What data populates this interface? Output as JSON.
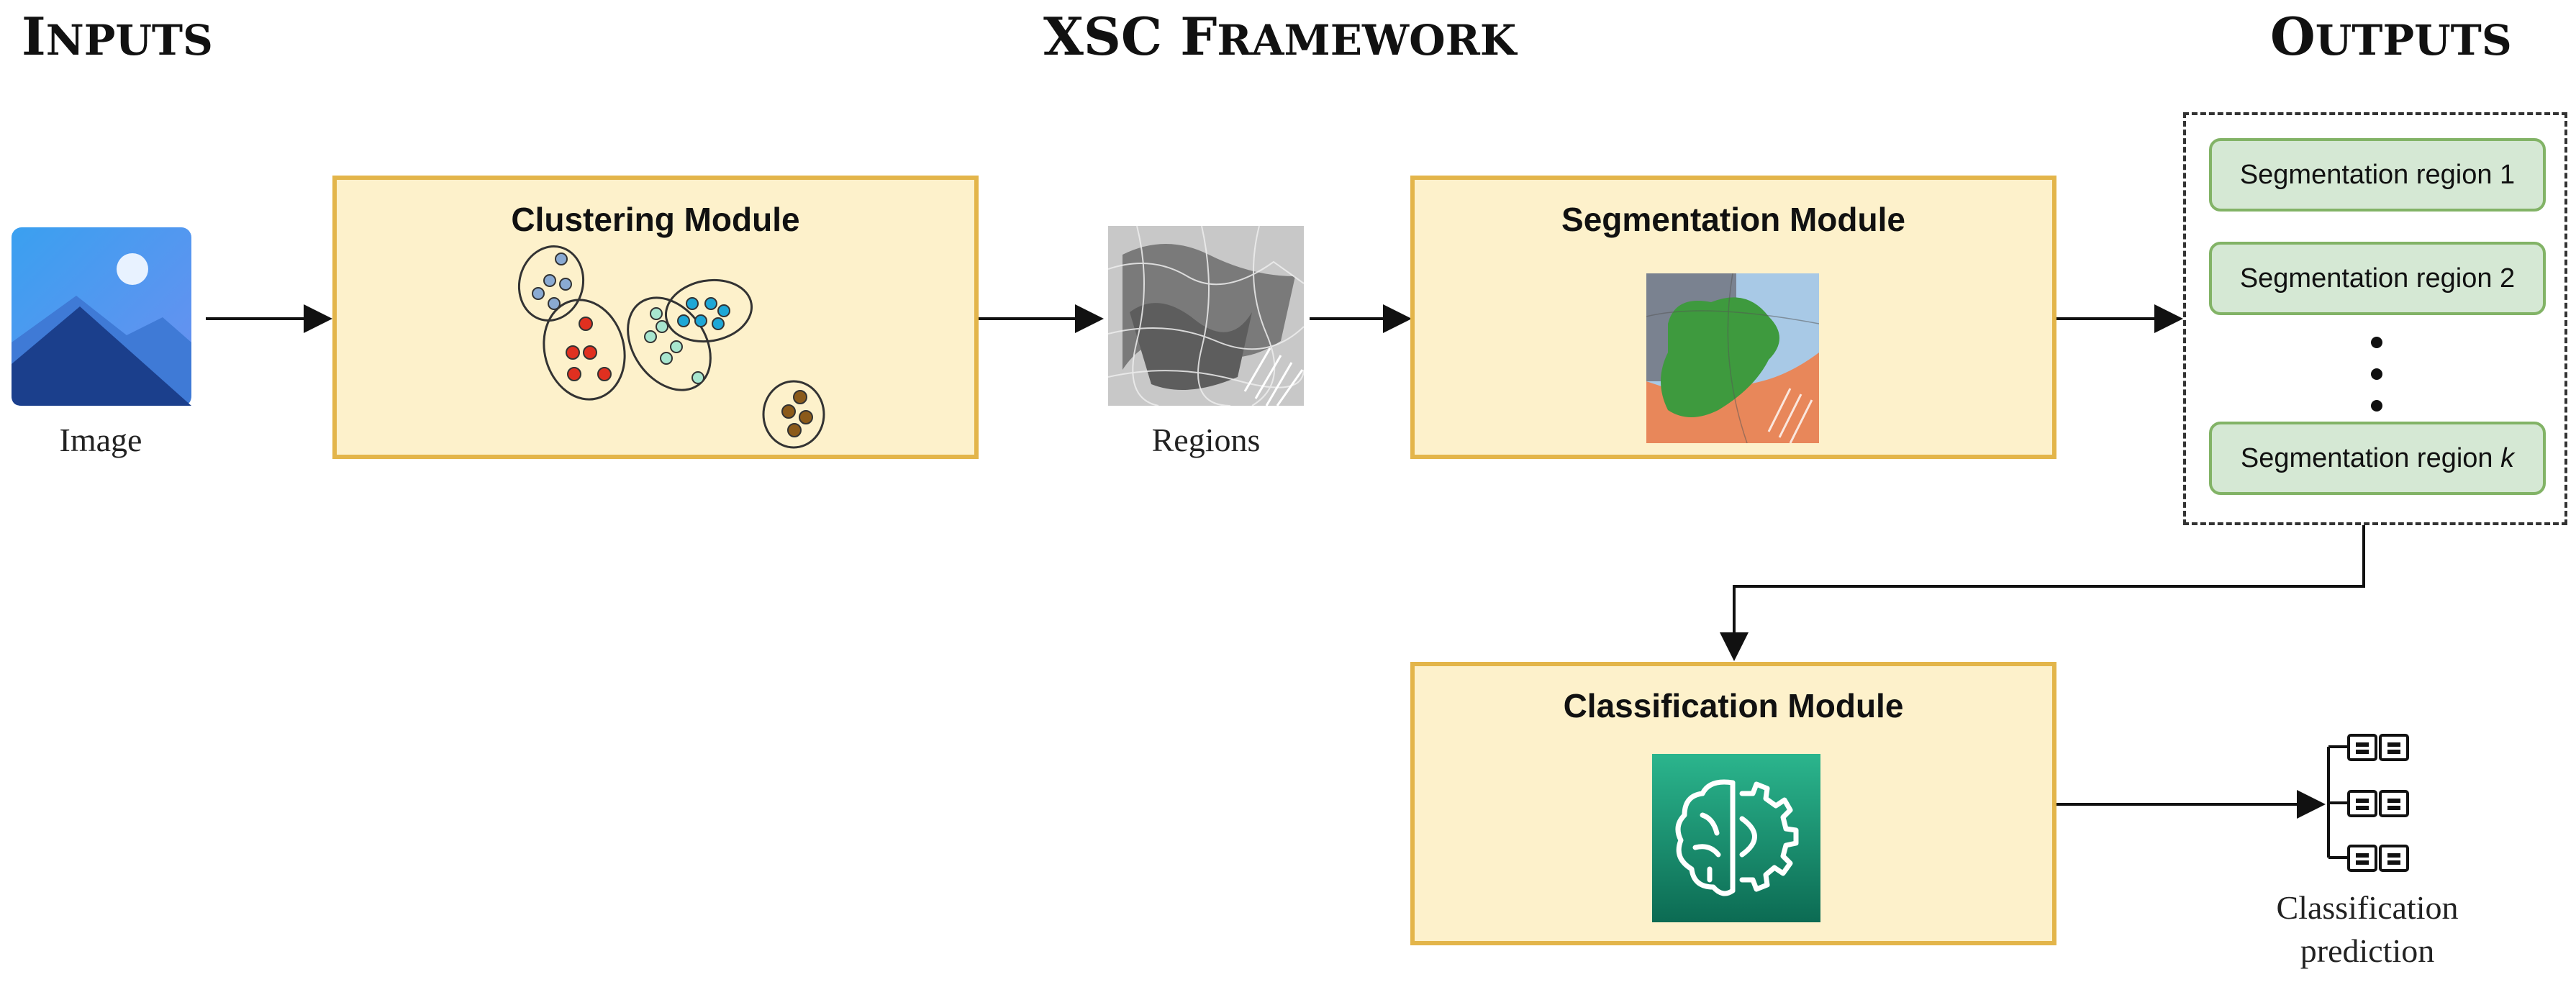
{
  "headers": {
    "inputs": {
      "first": "I",
      "rest": "NPUTS"
    },
    "framework": {
      "first_a": "XSC ",
      "first_b": "F",
      "rest": "RAMEWORK"
    },
    "outputs": {
      "first": "O",
      "rest": "UTPUTS"
    }
  },
  "inputs": {
    "image_caption": "Image"
  },
  "modules": {
    "clustering": {
      "title": "Clustering Module"
    },
    "segmentation": {
      "title": "Segmentation Module"
    },
    "classification": {
      "title": "Classification Module"
    }
  },
  "regions": {
    "caption": "Regions"
  },
  "outputs": {
    "segments": [
      {
        "label": "Segmentation region 1"
      },
      {
        "label": "Segmentation region 2"
      },
      {
        "label_prefix": "Segmentation region ",
        "label_var": "k"
      }
    ]
  },
  "prediction": {
    "caption_line1": "Classification",
    "caption_line2": "prediction"
  },
  "colors": {
    "module_fill": "#fdf1cb",
    "module_border": "#e3b54a",
    "segment_fill": "#d5e8d4",
    "segment_border": "#82b366",
    "brain_icon_top": "#2bb58d",
    "brain_icon_bottom": "#0c6b53"
  }
}
